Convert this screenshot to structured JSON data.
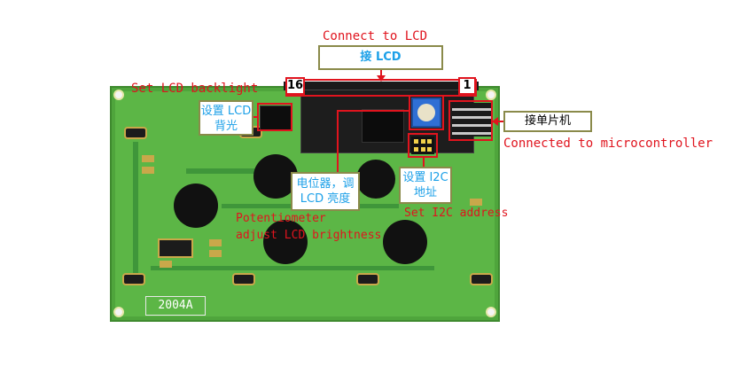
{
  "annotations": {
    "connect_lcd": {
      "en": "Connect to LCD",
      "cn": "接 LCD"
    },
    "backlight": {
      "en": "Set LCD backlight",
      "cn_line1": "设置 LCD",
      "cn_line2": "背光"
    },
    "microcontroller": {
      "en": "Connected to microcontroller",
      "cn": "接单片机"
    },
    "potentiometer": {
      "en_line1": "Potentiometer",
      "en_line2": "adjust LCD brightness",
      "cn_line1": "电位器，调",
      "cn_line2": "LCD 亮度"
    },
    "i2c": {
      "en": "Set I2C address",
      "cn_line1": "设置 I2C",
      "cn_line2": "地址"
    },
    "pin_first": "16",
    "pin_last": "1"
  },
  "board": {
    "model_label": "2004A",
    "colors": {
      "pcb": "#5cb646",
      "annotation_red": "#e0141e",
      "annotation_blue": "#1ca0e8",
      "box_border": "#8a8a4a"
    }
  }
}
